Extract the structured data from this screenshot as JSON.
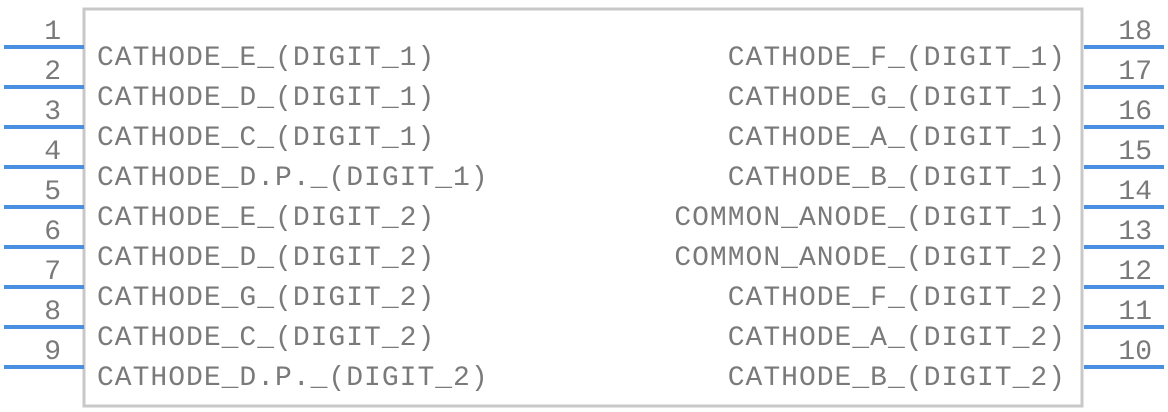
{
  "component": {
    "left_pins": [
      {
        "number": "1",
        "label": "CATHODE_E_(DIGIT_1)"
      },
      {
        "number": "2",
        "label": "CATHODE_D_(DIGIT_1)"
      },
      {
        "number": "3",
        "label": "CATHODE_C_(DIGIT_1)"
      },
      {
        "number": "4",
        "label": "CATHODE_D.P._(DIGIT_1)"
      },
      {
        "number": "5",
        "label": "CATHODE_E_(DIGIT_2)"
      },
      {
        "number": "6",
        "label": "CATHODE_D_(DIGIT_2)"
      },
      {
        "number": "7",
        "label": "CATHODE_G_(DIGIT_2)"
      },
      {
        "number": "8",
        "label": "CATHODE_C_(DIGIT_2)"
      },
      {
        "number": "9",
        "label": "CATHODE_D.P._(DIGIT_2)"
      }
    ],
    "right_pins": [
      {
        "number": "18",
        "label": "CATHODE_F_(DIGIT_1)"
      },
      {
        "number": "17",
        "label": "CATHODE_G_(DIGIT_1)"
      },
      {
        "number": "16",
        "label": "CATHODE_A_(DIGIT_1)"
      },
      {
        "number": "15",
        "label": "CATHODE_B_(DIGIT_1)"
      },
      {
        "number": "14",
        "label": "COMMON_ANODE_(DIGIT_1)"
      },
      {
        "number": "13",
        "label": "COMMON_ANODE_(DIGIT_2)"
      },
      {
        "number": "12",
        "label": "CATHODE_F_(DIGIT_2)"
      },
      {
        "number": "11",
        "label": "CATHODE_A_(DIGIT_2)"
      },
      {
        "number": "10",
        "label": "CATHODE_B_(DIGIT_2)"
      }
    ]
  },
  "colors": {
    "pin_line": "#4a90e2",
    "body_outline": "#c8c8c8",
    "text": "#7a7a7a"
  }
}
